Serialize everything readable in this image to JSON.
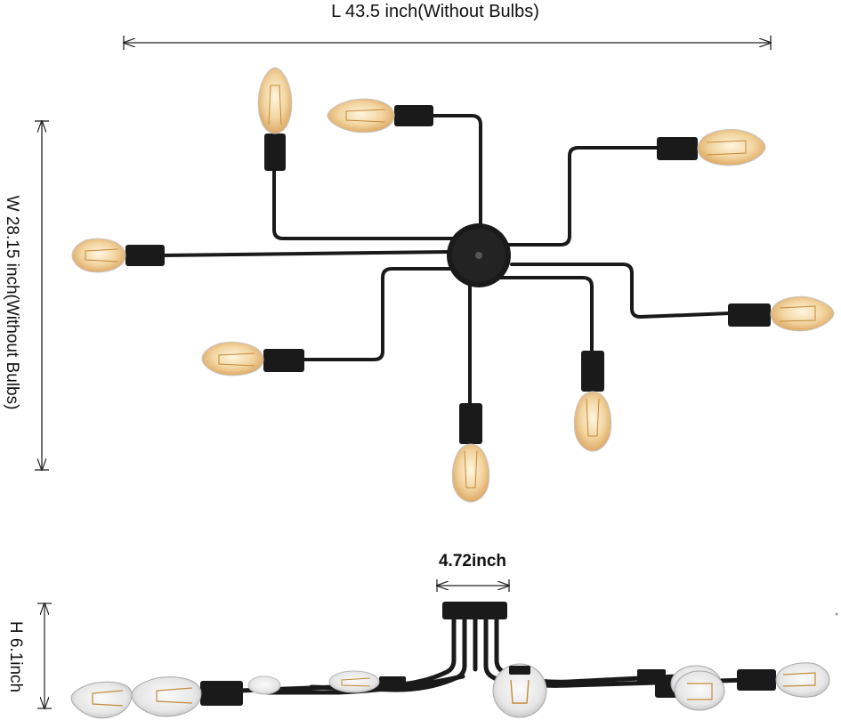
{
  "dimensions": {
    "length_label": "L 43.5 inch(Without Bulbs)",
    "width_label": "W 28.15 inch(Without Bulbs)",
    "canopy_label": "4.72inch",
    "height_label": "H 6.1inch"
  },
  "colors": {
    "metal": "#1a1a1a",
    "bulb_glass": "#f3dcae",
    "bulb_glow": "#e9b872",
    "filament": "#c48a3a",
    "dimension_line": "#222222"
  },
  "views": {
    "top": {
      "arm_count": 8
    },
    "side": {
      "visible_bulbs": 8
    }
  }
}
